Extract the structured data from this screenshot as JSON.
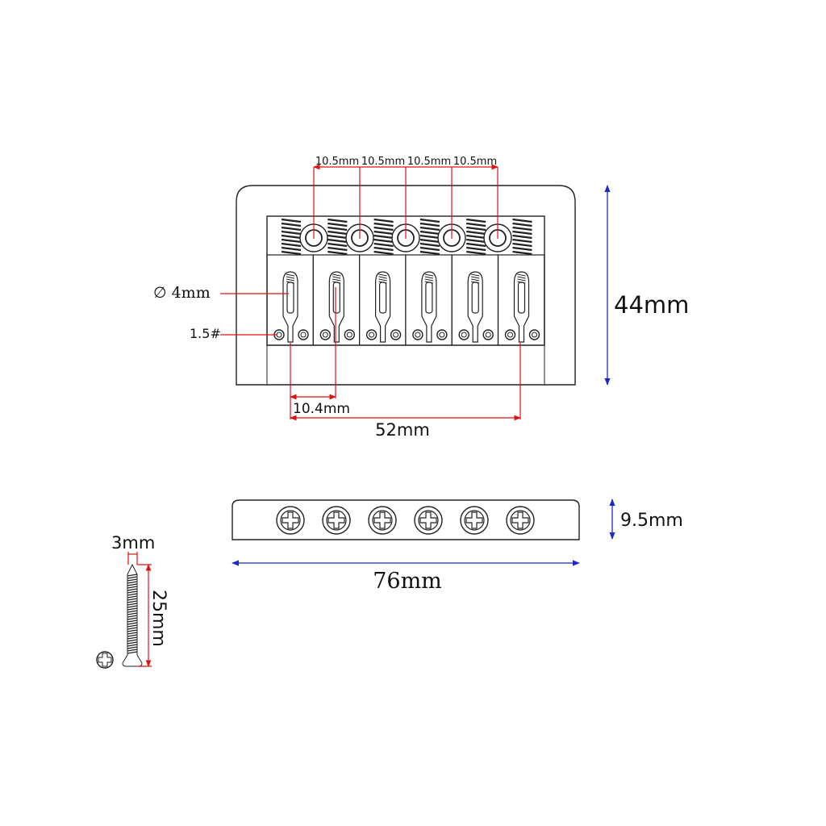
{
  "colors": {
    "outline": "#222222",
    "red_dimension": "#e01010",
    "blue_dimension": "#1a2bc8",
    "background": "#ffffff"
  },
  "top_view": {
    "saddle_count": 6,
    "saddle_spacing_labels": [
      "10.5mm",
      "10.5mm",
      "10.5mm",
      "10.5mm"
    ],
    "hole_diameter_label": "∅ 4mm",
    "screw_size_label": "1.5#",
    "adjust_spacing_label": "10.4mm",
    "string_spread_label": "52mm",
    "height_label": "44mm"
  },
  "side_view": {
    "screw_head_count": 6,
    "height_label": "9.5mm",
    "width_label": "76mm"
  },
  "screw": {
    "diameter_label": "3mm",
    "length_label": "25mm"
  },
  "icons": [
    "phillips-screw-head-icon"
  ]
}
